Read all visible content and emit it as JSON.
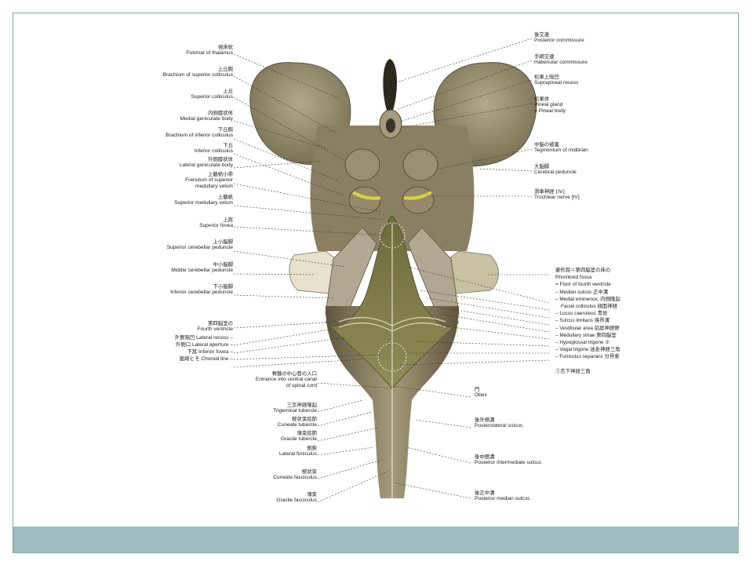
{
  "colors": {
    "frame": "#7fa3a8",
    "bar": "#9fbcc0",
    "tissue": "#8f8465",
    "fossa": "#8b8a55",
    "nerve": "#d9d33a"
  },
  "labels_left": [
    {
      "jp": "視床枕",
      "en": "Pulvinar of thalamus"
    },
    {
      "jp": "上丘腕",
      "en": "Brachium of superior colliculus"
    },
    {
      "jp": "上丘",
      "en": "Superior colliculus"
    },
    {
      "jp": "内側膝状体",
      "en": "Medial geniculate body"
    },
    {
      "jp": "下丘腕",
      "en": "Brachium of inferior colliculus"
    },
    {
      "jp": "下丘",
      "en": "Inferior colliculus"
    },
    {
      "jp": "外側膝状体",
      "en": "Lateral geniculate body"
    },
    {
      "jp": "上髄帆小帯",
      "en": "Frenulum of superior"
    },
    {
      "jp": "",
      "en": "medullary velum"
    },
    {
      "jp": "上髄帆",
      "en": "Superior medullary velum"
    },
    {
      "jp": "上窩",
      "en": "Superior fovea"
    },
    {
      "jp": "上小脳脚",
      "en": "Superior cerebellar peduncle"
    },
    {
      "jp": "中小脳脚",
      "en": "Middle cerebellar peduncle"
    },
    {
      "jp": "下小脳脚",
      "en": "Inferior cerebellar peduncle"
    },
    {
      "jp": "第四脳室の",
      "en": "Fourth ventricle"
    },
    {
      "jp": "外側陥凹",
      "en": "Lateral recess –"
    },
    {
      "jp": "外側口",
      "en": "Lateral aperture –"
    },
    {
      "jp": "下窩",
      "en": "Inferior fovea –"
    },
    {
      "jp": "脈絡ヒモ",
      "en": "Choroid line –"
    }
  ],
  "labels_center_left": [
    {
      "jp": "脊髄の中心管の入口",
      "en": "Entrance into central canal"
    },
    {
      "jp": "",
      "en": "of spinal cord"
    },
    {
      "jp": "三叉神経隆起",
      "en": "Trigeminal tubercle"
    },
    {
      "jp": "楔状束結節",
      "en": "Cuneate tubercle"
    },
    {
      "jp": "薄束結節",
      "en": "Gracile tubercle"
    },
    {
      "jp": "側索",
      "en": "Lateral funiculus"
    },
    {
      "jp": "楔状束",
      "en": "Cuneate fasciculus"
    },
    {
      "jp": "薄束",
      "en": "Gracile fasciculus"
    }
  ],
  "labels_right": [
    {
      "jp": "後交連",
      "en": "Posterior commissure"
    },
    {
      "jp": "手綱交連",
      "en": "Habenular commissure"
    },
    {
      "jp": "松果上陥凹",
      "en": "Suprapineal recess"
    },
    {
      "jp": "松果体",
      "en": "Pineal gland"
    },
    {
      "jp": "",
      "en": "= Pineal body"
    },
    {
      "jp": "中脳の被蓋",
      "en": "Tegmentum of midbrain"
    },
    {
      "jp": "大脳脚",
      "en": "Cerebral peduncle"
    },
    {
      "jp": "滑車神経 [IV]",
      "en": "Trochlear nerve [IV]"
    }
  ],
  "rhomboid": {
    "title_jp": "菱形窩＝第四脳室の床の",
    "title_en": "Rhomboid fossa",
    "rows": [
      "= Floor of fourth ventricle",
      "– Median sulcus 正中溝",
      "– Medial eminence, 内側隆起",
      "Facial colliculus 顔面神経",
      "– Locus caeruleus 青斑",
      "– Sulcus limitans 境界溝",
      "– Vestibular area 前庭神経野",
      "– Medullary striae 第四脳室",
      "– Hypoglossal trigone ①",
      "– Vagal trigone 迷走神経三角",
      "– Funiculus separans 分界索"
    ],
    "footnote": "①舌下神経三角"
  },
  "labels_right_lower": [
    {
      "jp": "門",
      "en": "Obex"
    },
    {
      "jp": "後外側溝",
      "en": "Posterolateral sulcus"
    },
    {
      "jp": "後中間溝",
      "en": "Posterior intermediate sulcus"
    },
    {
      "jp": "後正中溝",
      "en": "Posterior median sulcus"
    }
  ]
}
